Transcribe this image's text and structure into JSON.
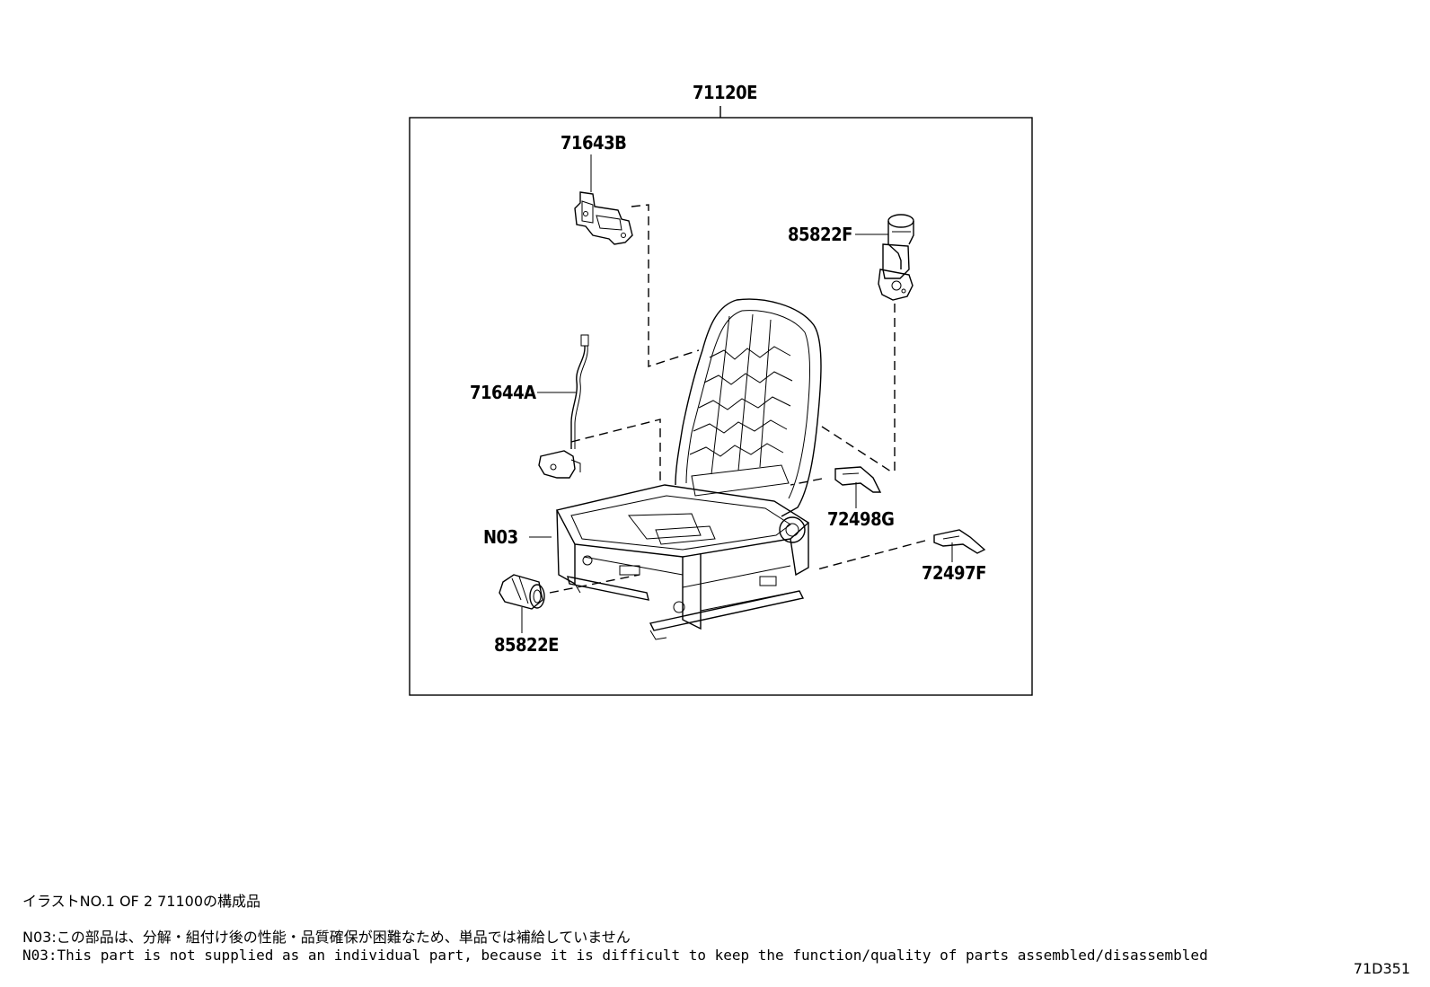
{
  "labels": {
    "assembly": "71120E",
    "hinge_cover": "71643B",
    "motor_recline": "85822F",
    "harness": "71644A",
    "cover_inner": "72498G",
    "frame": "N03",
    "cover_outer": "72497F",
    "motor_slide": "85822E"
  },
  "notes": {
    "title": "イラストNO.1 OF 2 71100の構成品",
    "jp": "N03:この部品は、分解・組付け後の性能・品質確保が困難なため、単品では補給していません",
    "en": "N03:This part is not supplied as an individual part, because it is difficult to keep the function/quality of parts assembled/disassembled"
  },
  "illustration_code": "71D351"
}
